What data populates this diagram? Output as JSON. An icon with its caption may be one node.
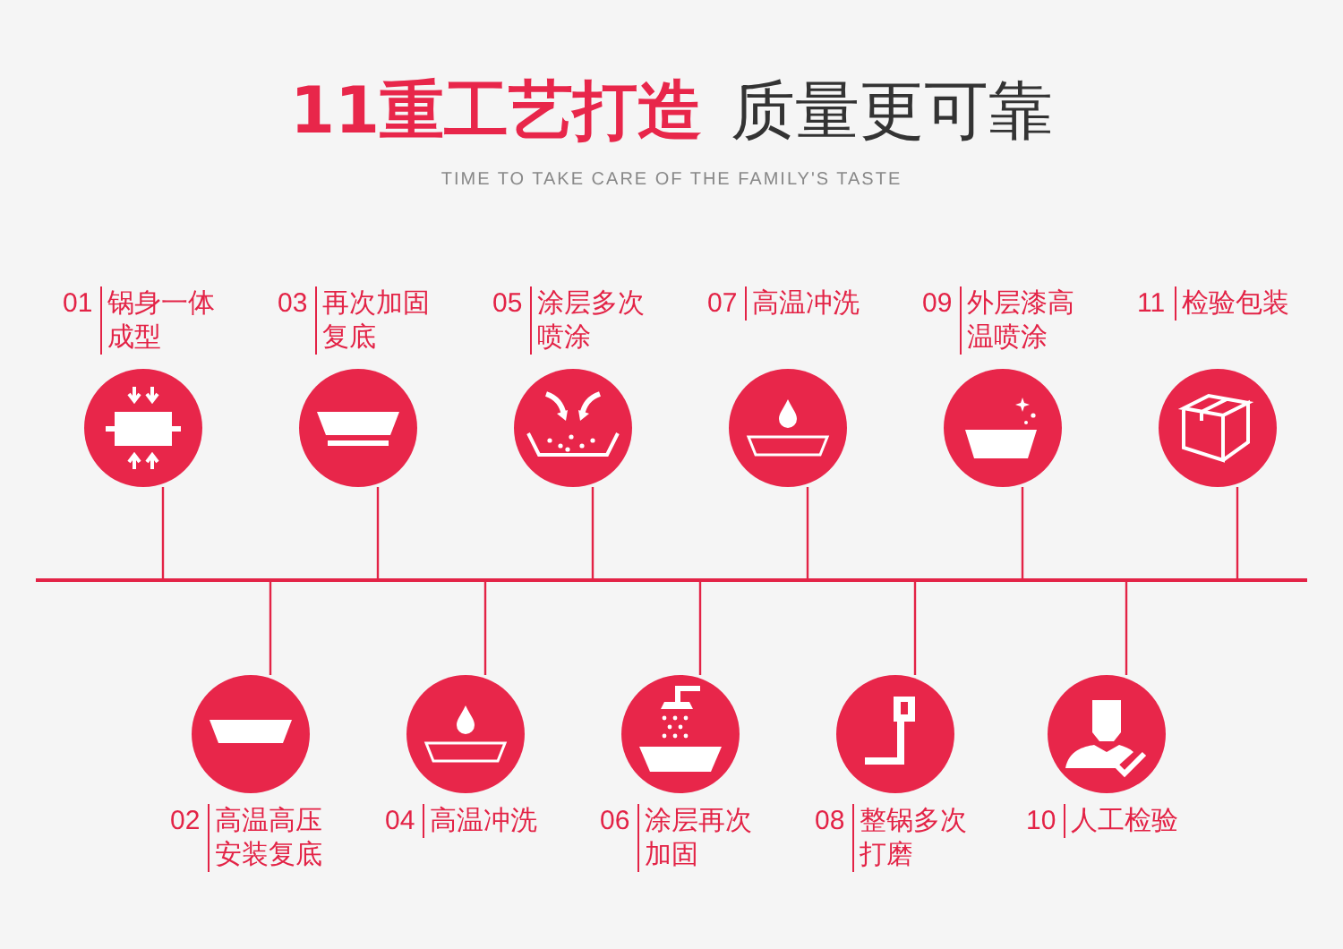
{
  "diagram": {
    "title": "11重工艺打造",
    "nodes": [
      {
        "text": [
          "01",
          "锅身一体成型"
        ]
      },
      {
        "text": [
          "02",
          "高温高压安装复底"
        ]
      },
      {
        "text": [
          "03",
          "再次加固复底"
        ]
      },
      {
        "text": [
          "04",
          "高温冲洗"
        ]
      },
      {
        "text": [
          "05",
          "涂层多次喷涂"
        ]
      },
      {
        "text": [
          "06",
          "涂层再次加固"
        ]
      },
      {
        "text": [
          "07",
          "高温冲洗"
        ]
      },
      {
        "text": [
          "08",
          "整锅多次打磨"
        ]
      },
      {
        "text": [
          "09",
          "外层漆高温喷涂"
        ]
      },
      {
        "text": [
          "10",
          "人工检验"
        ]
      },
      {
        "text": [
          "11",
          "检验包装"
        ]
      },
      {
        "text": [],
        "shape": "bar"
      }
    ],
    "edges": [
      {
        "from": 11,
        "to": 0,
        "arrow": "none"
      },
      {
        "from": 11,
        "to": 1,
        "arrow": "none"
      },
      {
        "from": 11,
        "to": 2,
        "arrow": "none"
      },
      {
        "from": 11,
        "to": 3,
        "arrow": "none"
      },
      {
        "from": 11,
        "to": 4,
        "arrow": "none"
      },
      {
        "from": 11,
        "to": 5,
        "arrow": "none"
      },
      {
        "from": 11,
        "to": 6,
        "arrow": "none"
      },
      {
        "from": 11,
        "to": 7,
        "arrow": "none"
      },
      {
        "from": 11,
        "to": 8,
        "arrow": "none"
      },
      {
        "from": 11,
        "to": 9,
        "arrow": "none"
      },
      {
        "from": 11,
        "to": 10,
        "arrow": "none"
      }
    ],
    "labels": [
      "质量更可靠",
      "TIME TO TAKE CARE OF THE FAMILY'S TASTE"
    ]
  }
}
